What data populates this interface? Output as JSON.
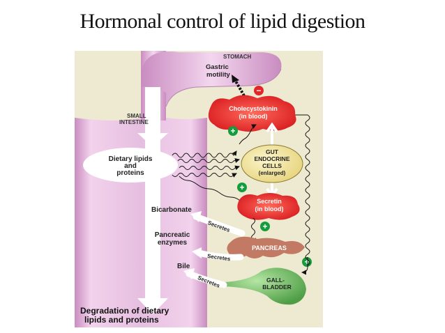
{
  "slide": {
    "title": "Hormonal control of lipid digestion"
  },
  "diagram": {
    "stomach": "STOMACH",
    "gastric_motility": [
      "Gastric",
      "motility"
    ],
    "small_intestine": [
      "SMALL",
      "INTESTINE"
    ],
    "cholecystokinin": [
      "Cholecystokinin",
      "(in blood)"
    ],
    "gut_endocrine": [
      "GUT",
      "ENDOCRINE",
      "CELLS",
      "(enlarged)"
    ],
    "dietary_lipids": [
      "Dietary lipids",
      "and",
      "proteins"
    ],
    "secretin": [
      "Secretin",
      "(in blood)"
    ],
    "bicarbonate": "Bicarbonate",
    "pancreatic_enzymes": [
      "Pancreatic",
      "enzymes"
    ],
    "pancreas": "PANCREAS",
    "bile": "Bile",
    "gallbladder": [
      "GALL-",
      "BLADDER"
    ],
    "secretes": "Secretes",
    "degradation": [
      "Degradation of dietary",
      "lipids and proteins"
    ],
    "plus_sign": "+",
    "minus_sign": "−"
  },
  "colors": {
    "intestine": "#e3b7dc",
    "background_panel": "#eeead2",
    "hormone_red": "#e52528",
    "endocrine_yellow": "#f2e8a2",
    "pancreas_brown": "#c27a64",
    "gallbladder_green": "#74c267",
    "plus_green": "#169c3c"
  }
}
